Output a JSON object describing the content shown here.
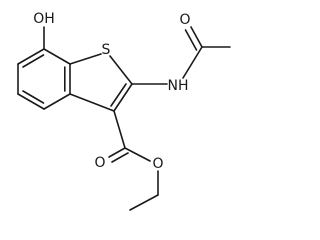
{
  "molecule": {
    "atoms": {
      "hydroxyl": "OH",
      "sulfur": "S",
      "amide_nitrogen": "NH",
      "acetyl_oxygen": "O",
      "ester_carbonyl_oxygen": "O",
      "ester_ether_oxygen": "O"
    }
  }
}
